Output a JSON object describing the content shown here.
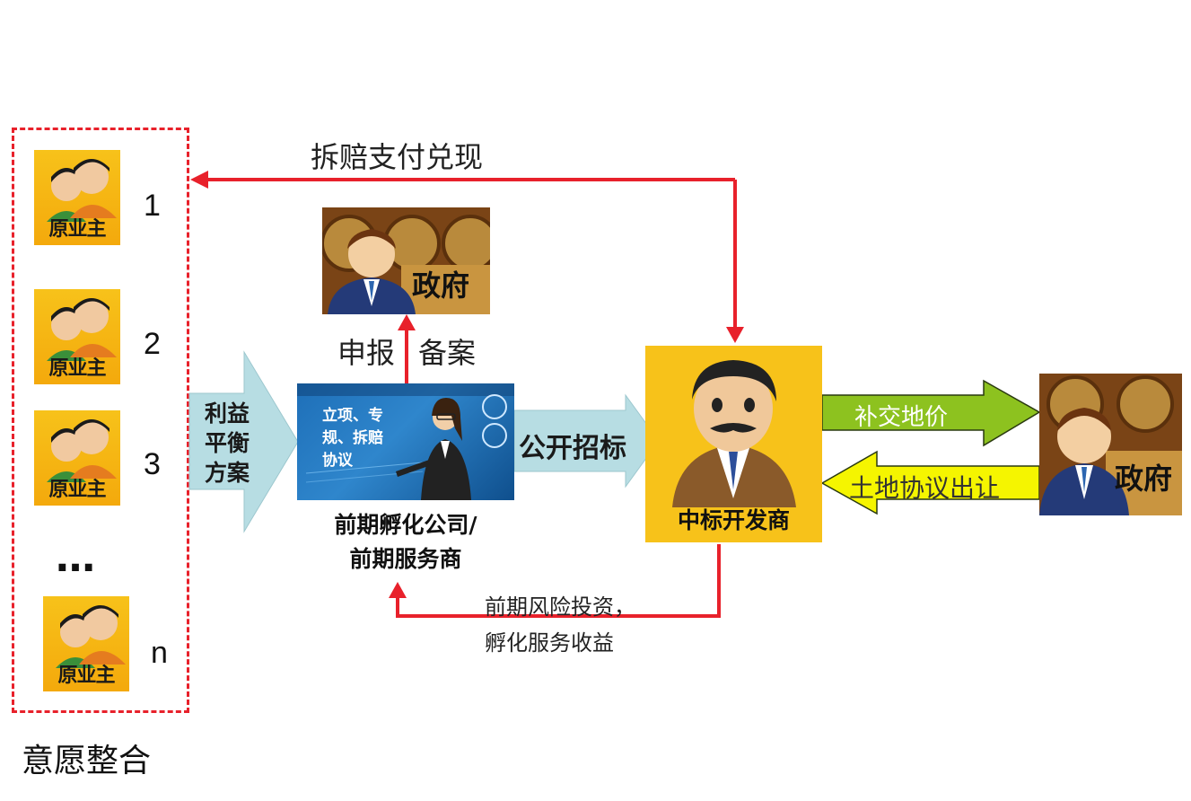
{
  "owners": {
    "group_label": "意愿整合",
    "card_label": "原业主",
    "numbers": [
      "1",
      "2",
      "3",
      "n"
    ],
    "ellipsis": "…"
  },
  "flows": {
    "top_arrow_label": "拆赔支付兑现",
    "balance_arrow_label": "利益平衡方案",
    "balance_lines": [
      "利益",
      "平衡",
      "方案"
    ],
    "report_label": "申报",
    "filing_label": "备案",
    "tender_label": "公开招标",
    "bottom_label_line1": "前期风险投资，",
    "bottom_label_line2": "孵化服务收益",
    "land_fee_label": "补交地价",
    "land_transfer_label": "土地协议出让"
  },
  "incubator": {
    "screen_text_lines": [
      "立项、专",
      "规、拆赔",
      "协议"
    ],
    "caption_line1": "前期孵化公司/",
    "caption_line2": "前期服务商"
  },
  "government": {
    "label": "政府"
  },
  "developer": {
    "label": "中标开发商"
  },
  "colors": {
    "red": "#e8212b",
    "arrow_blue": "#b7dde3",
    "arrow_green": "#8dc21f",
    "arrow_yellow": "#f5f500",
    "card_yellow": "#f7c21a"
  }
}
